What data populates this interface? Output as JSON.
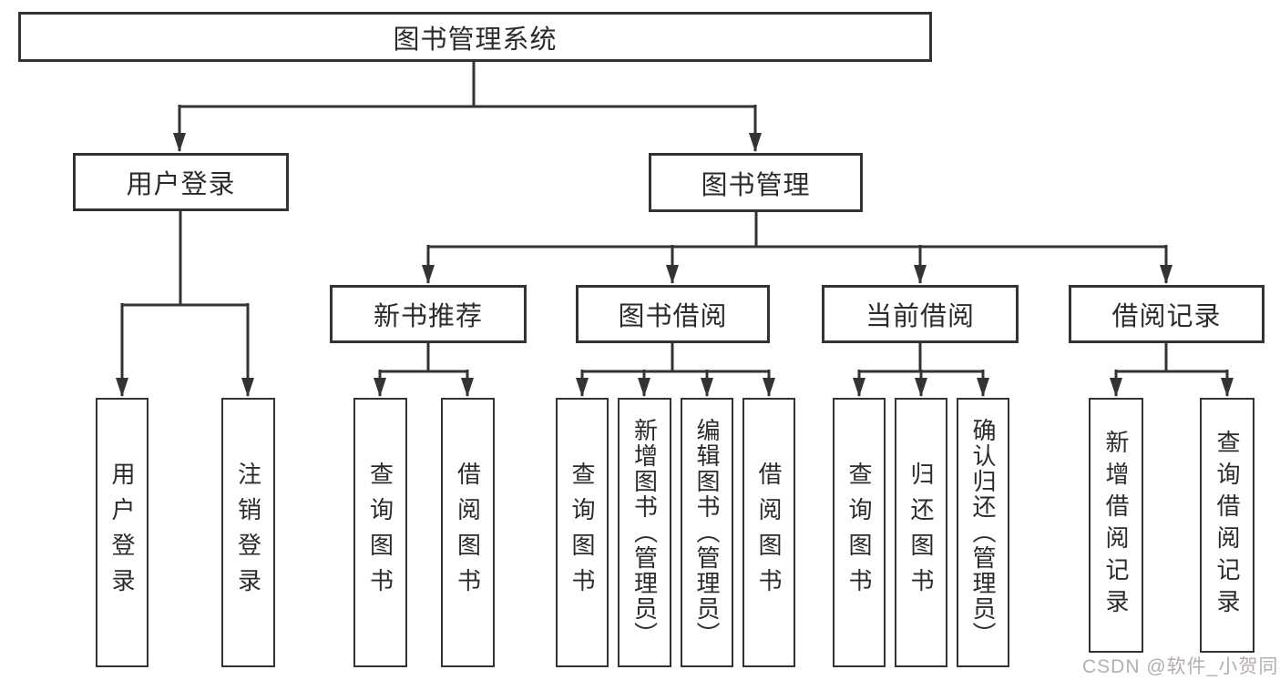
{
  "diagram": {
    "root": {
      "label": "图书管理系统"
    },
    "branches": [
      {
        "label": "用户登录",
        "children": [
          {
            "label": "用户登录"
          },
          {
            "label": "注销登录"
          }
        ]
      },
      {
        "label": "图书管理",
        "children": [
          {
            "label": "新书推荐",
            "children": [
              {
                "label": "查询图书"
              },
              {
                "label": "借阅图书"
              }
            ]
          },
          {
            "label": "图书借阅",
            "children": [
              {
                "label": "查询图书"
              },
              {
                "label": "新增图书（管理员）"
              },
              {
                "label": "编辑图书（管理员）"
              },
              {
                "label": "借阅图书"
              }
            ]
          },
          {
            "label": "当前借阅",
            "children": [
              {
                "label": "查询图书"
              },
              {
                "label": "归还图书"
              },
              {
                "label": "确认归还（管理员）"
              }
            ]
          },
          {
            "label": "借阅记录",
            "children": [
              {
                "label": "新增借阅记录"
              },
              {
                "label": "查询借阅记录"
              }
            ]
          }
        ]
      }
    ]
  },
  "watermark": {
    "text": "CSDN @软件_小贺同学"
  },
  "colors": {
    "line": "#333333",
    "node_text": "#2b2b2b",
    "watermark_text": "#b5aeae"
  }
}
